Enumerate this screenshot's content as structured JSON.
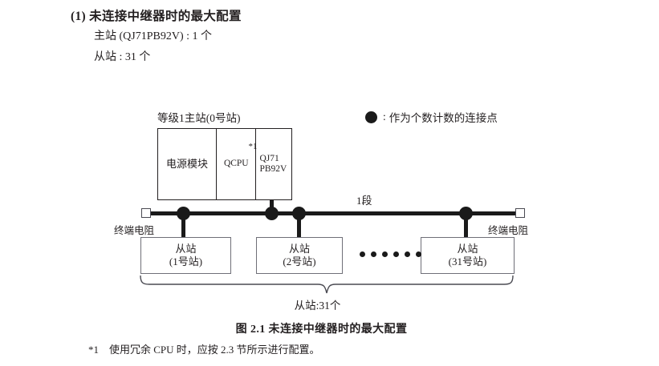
{
  "section": {
    "title": "(1) 未连接中继器时的最大配置",
    "line1": "主站 (QJ71PB92V) : 1 个",
    "line2": "从站 : 31 个"
  },
  "legend": {
    "symbol": "filled-circle",
    "colon": ":",
    "text": "作为个数计数的连接点"
  },
  "diagram": {
    "master_label": "等级1主站(0号站)",
    "rack": {
      "power_supply": "电源模块",
      "cpu": "QCPU",
      "cpu_note": "*1",
      "master_module_line1": "QJ71",
      "master_module_line2": "PB92V"
    },
    "segment_label": "1段",
    "terminator_left": "终端电阻",
    "terminator_right": "终端电阻",
    "slaves": [
      {
        "name": "从站",
        "station": "(1号站)"
      },
      {
        "name": "从站",
        "station": "(2号站)"
      },
      {
        "name": "从站",
        "station": "(31号站)"
      }
    ],
    "ellipsis_count": 6,
    "brace_label": "从站:31个",
    "connection_dots": 4
  },
  "caption": "图 2.1  未连接中继器时的最大配置",
  "footnote": {
    "mark": "*1",
    "text": "使用冗余 CPU 时，应按 2.3 节所示进行配置。"
  },
  "colors": {
    "ink": "#231f20",
    "line": "#1a1a1a",
    "box_border": "#6f6f78",
    "background": "#ffffff"
  }
}
